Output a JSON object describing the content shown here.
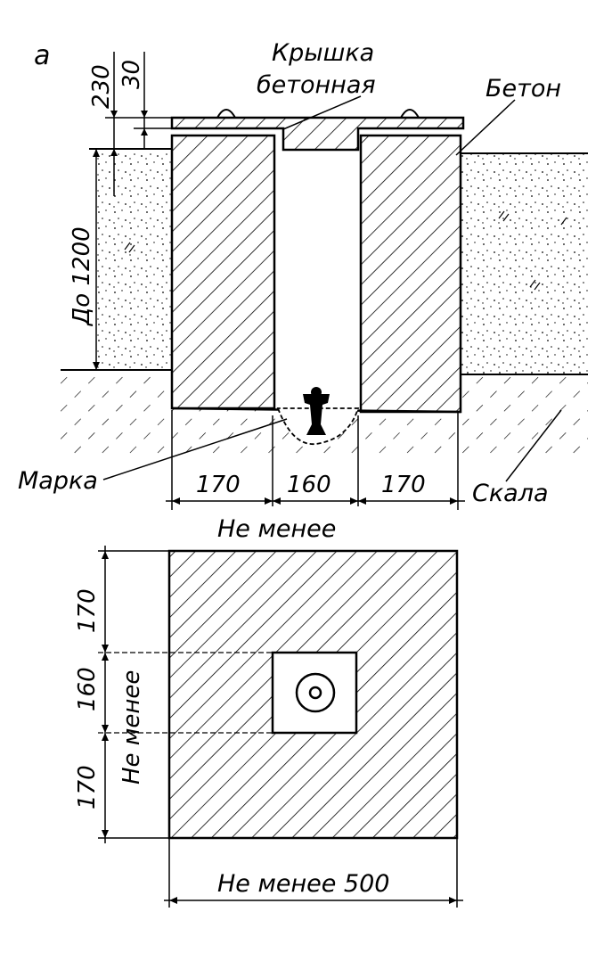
{
  "section_label": "a",
  "labels": {
    "cover_line1": "Крышка",
    "cover_line2": "бетонная",
    "concrete": "Бетон",
    "marker": "Марка",
    "rock": "Скала",
    "not_less": "Не менее",
    "not_less_500": "Не менее 500"
  },
  "dimensions": {
    "cover_gap": "230",
    "cover_thickness": "30",
    "depth": "До 1200",
    "wall_left": "170",
    "shaft": "160",
    "wall_right": "170",
    "plan_top": "170",
    "plan_mid": "160",
    "plan_bottom": "170",
    "plan_mid_note": "Не менее"
  },
  "colors": {
    "ink": "#000000",
    "paper": "#ffffff"
  }
}
